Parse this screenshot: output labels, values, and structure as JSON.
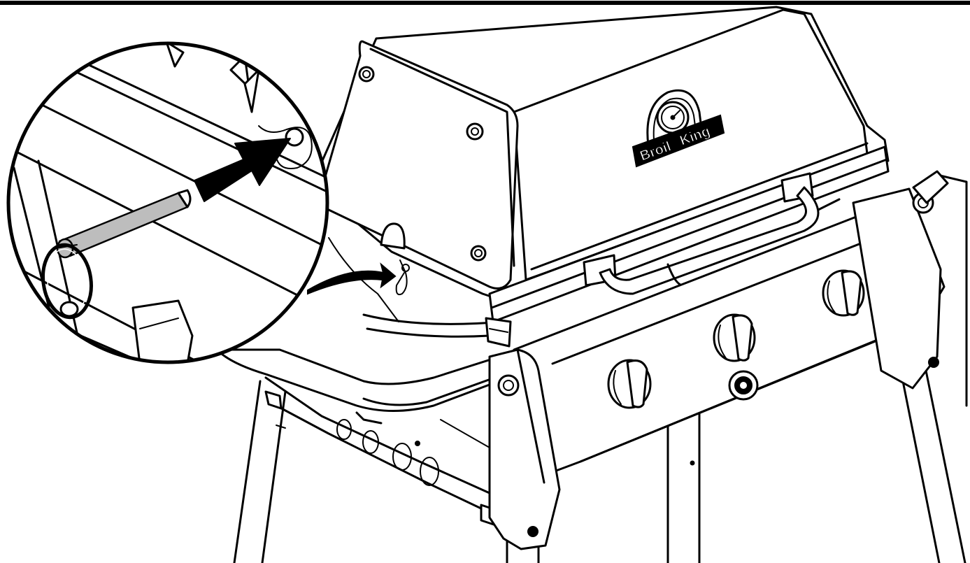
{
  "diagram": {
    "colors": {
      "line": "#000000",
      "background": "#ffffff",
      "pin": "#bdbdbd",
      "arrow": "#000000"
    },
    "logo": {
      "brand_word_1": "Broil",
      "brand_word_2": "King"
    },
    "parts": [
      "grill-lid",
      "thermometer-gauge",
      "lid-handle",
      "control-knob",
      "igniter-button",
      "side-shelf",
      "cart-leg",
      "magnified-inset",
      "hinge-pin",
      "cotter-ring",
      "insert-arrow"
    ]
  }
}
